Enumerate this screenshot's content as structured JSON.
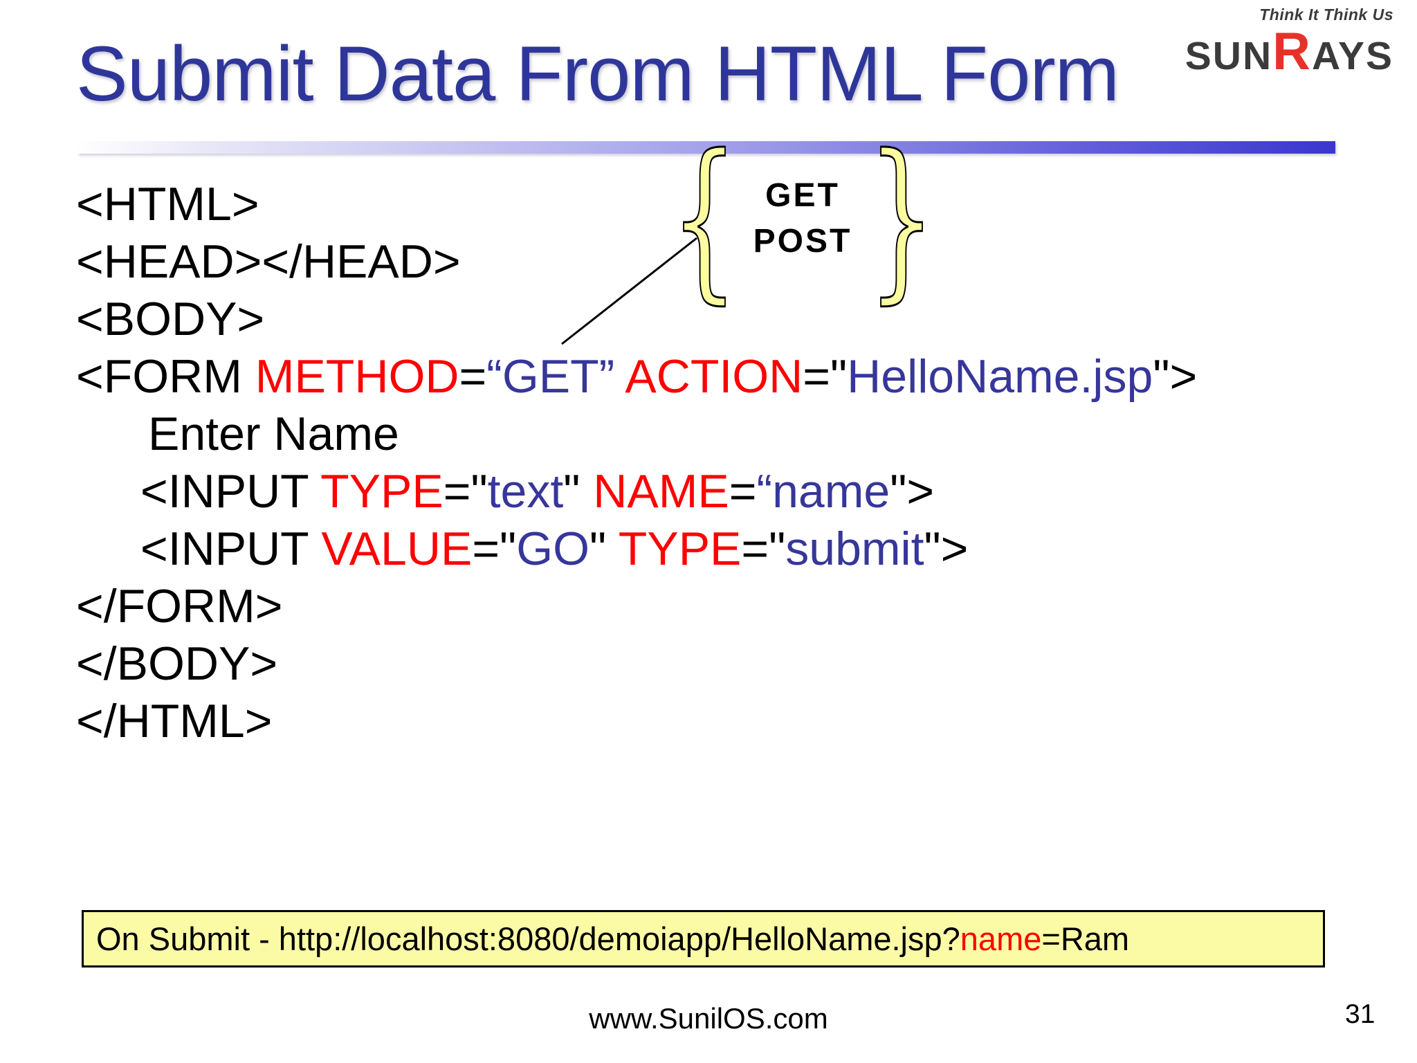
{
  "slide": {
    "title": "Submit Data From HTML Form",
    "footer_url": "www.SunilOS.com",
    "page_number": "31"
  },
  "logo": {
    "tagline": "Think It Think Us",
    "part1": "SUN",
    "part2": "R",
    "part3": "AYS"
  },
  "callout": {
    "line1": "GET",
    "line2": "POST",
    "brace_open": "{",
    "brace_close": "}"
  },
  "code": {
    "lines": [
      {
        "indent": 0,
        "tokens": [
          {
            "t": "<HTML>",
            "c": "k"
          }
        ]
      },
      {
        "indent": 0,
        "tokens": [
          {
            "t": "<HEAD></HEAD>",
            "c": "k"
          }
        ]
      },
      {
        "indent": 0,
        "tokens": [
          {
            "t": "<BODY>",
            "c": "k"
          }
        ]
      },
      {
        "indent": 0,
        "tokens": [
          {
            "t": "<FORM ",
            "c": "k"
          },
          {
            "t": "METHOD",
            "c": "r"
          },
          {
            "t": "=",
            "c": "k"
          },
          {
            "t": "“GET”",
            "c": "b"
          },
          {
            "t": " ",
            "c": "k"
          },
          {
            "t": "ACTION",
            "c": "r"
          },
          {
            "t": "=\"",
            "c": "k"
          },
          {
            "t": "HelloName.jsp",
            "c": "b"
          },
          {
            "t": "\">",
            "c": "k"
          }
        ]
      },
      {
        "indent": 1,
        "tokens": [
          {
            "t": "Enter Name",
            "c": "k"
          }
        ]
      },
      {
        "indent": 2,
        "tokens": [
          {
            "t": "<INPUT ",
            "c": "k"
          },
          {
            "t": "TYPE",
            "c": "r"
          },
          {
            "t": "=\"",
            "c": "k"
          },
          {
            "t": "text",
            "c": "b"
          },
          {
            "t": "\" ",
            "c": "k"
          },
          {
            "t": "NAME",
            "c": "r"
          },
          {
            "t": "=",
            "c": "k"
          },
          {
            "t": "“name",
            "c": "b"
          },
          {
            "t": "\">",
            "c": "k"
          }
        ]
      },
      {
        "indent": 2,
        "tokens": [
          {
            "t": "<INPUT ",
            "c": "k"
          },
          {
            "t": "VALUE",
            "c": "r"
          },
          {
            "t": "=\"",
            "c": "k"
          },
          {
            "t": "GO",
            "c": "b"
          },
          {
            "t": "\" ",
            "c": "k"
          },
          {
            "t": "TYPE",
            "c": "r"
          },
          {
            "t": "=\"",
            "c": "k"
          },
          {
            "t": "submit",
            "c": "b"
          },
          {
            "t": "\">",
            "c": "k"
          }
        ]
      },
      {
        "indent": 0,
        "tokens": [
          {
            "t": "</FORM>",
            "c": "k"
          }
        ]
      },
      {
        "indent": 0,
        "tokens": [
          {
            "t": "</BODY>",
            "c": "k"
          }
        ]
      },
      {
        "indent": 0,
        "tokens": [
          {
            "t": "</HTML>",
            "c": "k"
          }
        ]
      }
    ]
  },
  "result_box": {
    "segments": [
      {
        "t": "On Submit - http://localhost:8080/demoiapp/HelloName.jsp?",
        "c": "k"
      },
      {
        "t": "name",
        "c": "r"
      },
      {
        "t": "=Ram",
        "c": "k"
      }
    ]
  },
  "colors": {
    "black": "#000000",
    "red": "#FF0000",
    "blue": "#36369B",
    "title": "#2F3699",
    "logo_dark": "#3B3B3B",
    "logo_red": "#E6332A",
    "yellow_bg": "#FBFBA6",
    "brace_yellow": "#FBFBA0",
    "bar_end": "#3A36CF"
  }
}
